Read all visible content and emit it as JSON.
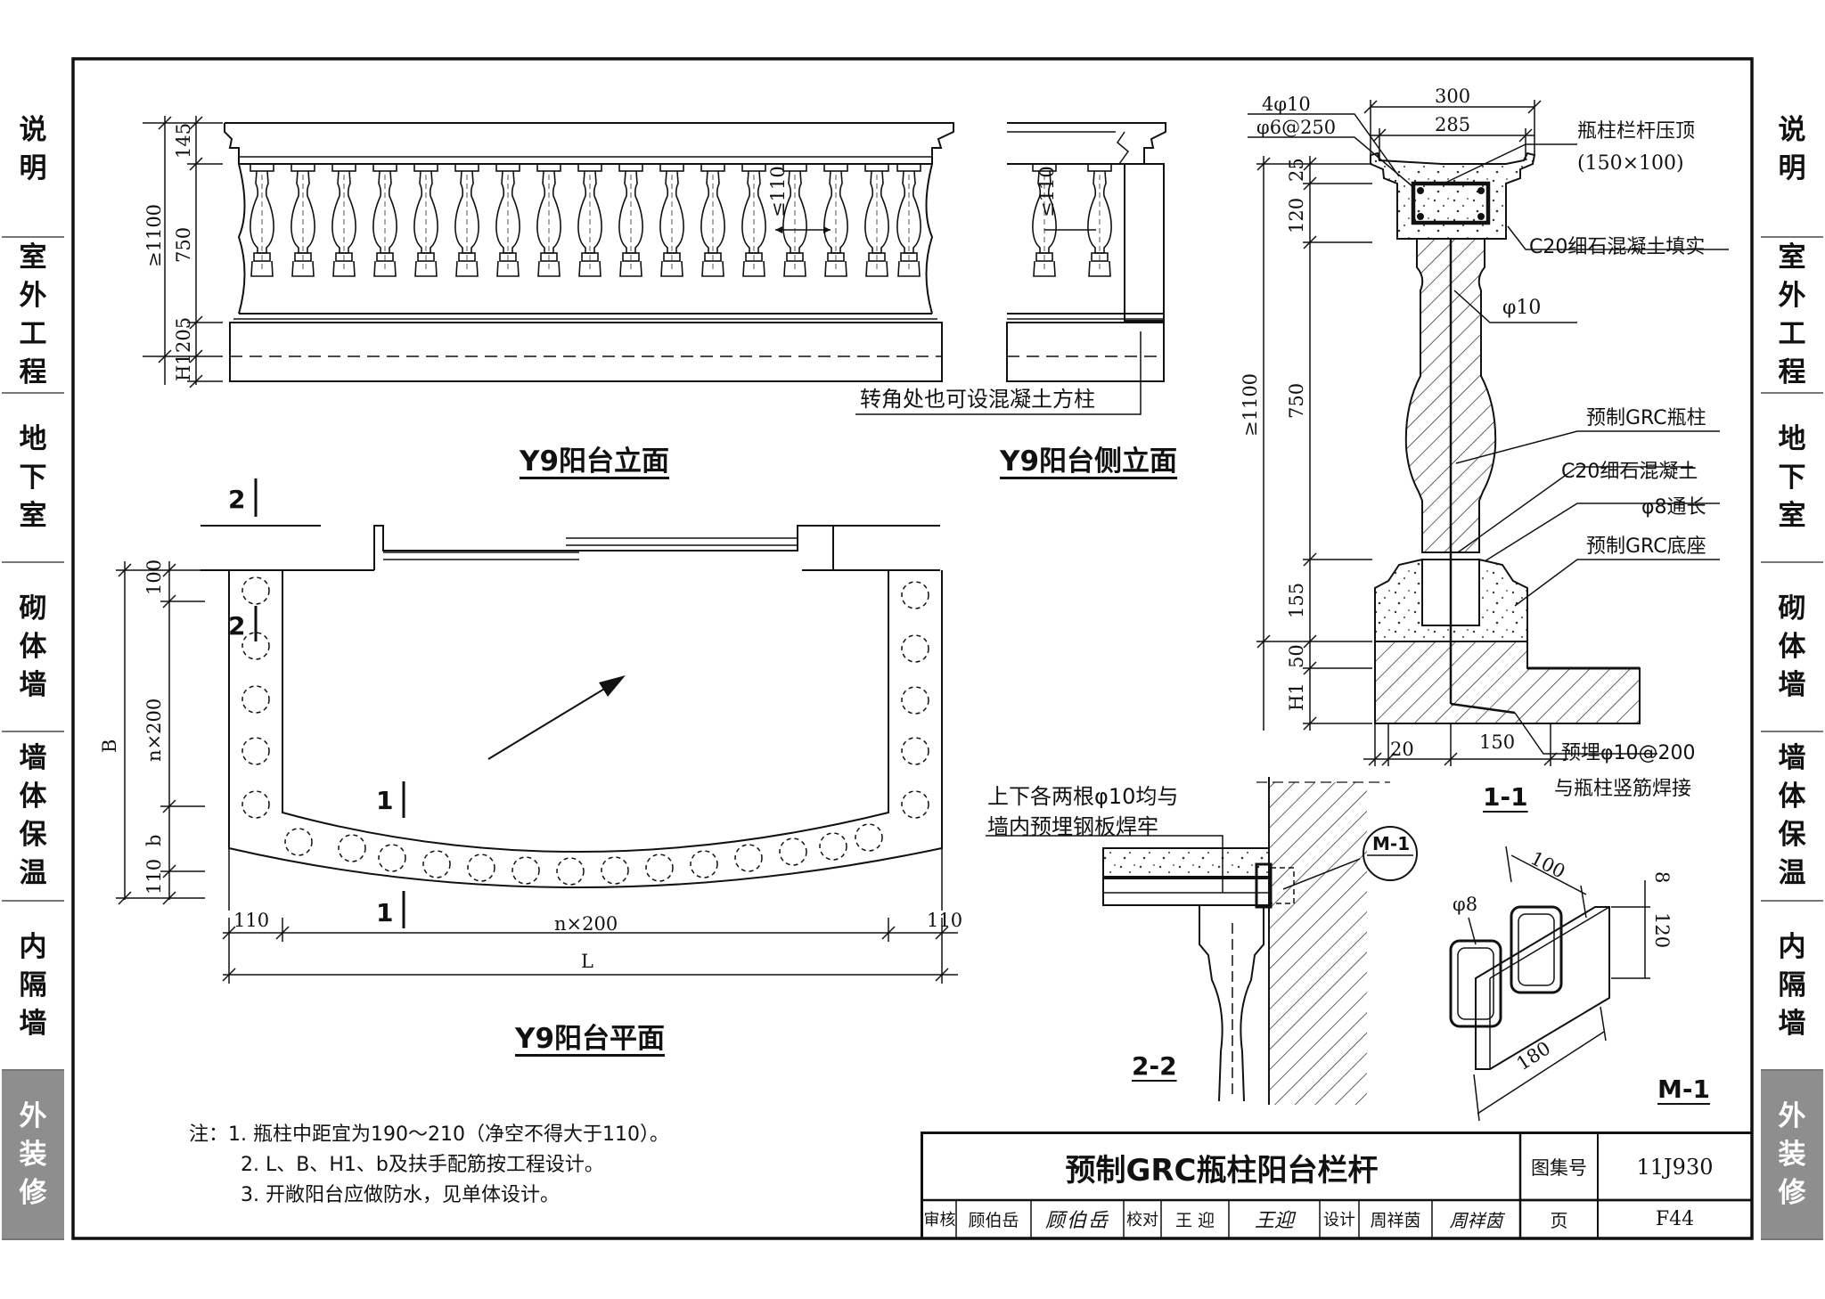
{
  "side_tabs": [
    {
      "label": "说明",
      "active": false
    },
    {
      "label": "室外工程",
      "active": false
    },
    {
      "label": "地下室",
      "active": false
    },
    {
      "label": "砌体墙",
      "active": false
    },
    {
      "label": "墙体保温",
      "active": false
    },
    {
      "label": "内隔墙",
      "active": false
    },
    {
      "label": "外装修",
      "active": true
    }
  ],
  "elevation": {
    "title": "Y9阳台立面",
    "dims": {
      "d145": "145",
      "d750": "750",
      "d205": "205",
      "h1": "H1",
      "d1100": "≥1100",
      "gap": "≤110"
    }
  },
  "side_elevation": {
    "title": "Y9阳台侧立面",
    "gap": "≤110",
    "note": "转角处也可设混凝土方柱"
  },
  "plan": {
    "title": "Y9阳台平面",
    "dims": {
      "b_total": "B",
      "d100": "100",
      "n200_v": "n×200",
      "b": "b",
      "d110_v": "110",
      "d110_left": "110",
      "n200_h": "n×200",
      "d110_right": "110",
      "l": "L"
    },
    "section_marks": {
      "s1": "1",
      "s2": "2"
    }
  },
  "section_1_1": {
    "title": "1-1",
    "dims": {
      "d300": "300",
      "d285": "285",
      "d25": "25",
      "d120": "120",
      "d1100": "≥1100",
      "d750": "750",
      "d155": "155",
      "d50": "50",
      "h1": "H1",
      "d20": "20",
      "d150": "150"
    },
    "rebar_top_a": "4φ10",
    "rebar_top_b": "φ6@250",
    "labels": {
      "cap": "瓶柱栏杆压顶",
      "cap_size": "(150×100)",
      "fill": "C20细石混凝土填实",
      "phi10": "φ10",
      "baluster": "预制GRC瓶柱",
      "concrete": "C20细石混凝土",
      "phi8": "φ8通长",
      "base": "预制GRC底座",
      "embed_a": "预埋φ10@200",
      "embed_b": "与瓶柱竖筋焊接"
    }
  },
  "section_2_2": {
    "title": "2-2",
    "note_a": "上下各两根φ10均与",
    "note_b": "墙内预埋钢板焊牢",
    "callout": "M-1"
  },
  "detail_m1": {
    "title": "M-1",
    "d100": "100",
    "d8": "8",
    "d120": "120",
    "phi8": "φ8",
    "d180": "180"
  },
  "notes": [
    "注：1. 瓶柱中距宜为190～210（净空不得大于110）。",
    "2. L、B、H1、b及扶手配筋按工程设计。",
    "3. 开敞阳台应做防水，见单体设计。"
  ],
  "title_block": {
    "drawing_title": "预制GRC瓶柱阳台栏杆",
    "atlas_label": "图集号",
    "atlas_no": "11J930",
    "page_label": "页",
    "page_no": "F44",
    "review_label": "审核",
    "reviewer": "顾伯岳",
    "reviewer_sign": "顾伯岳",
    "check_label": "校对",
    "checker": "王 迎",
    "checker_sign": "王迎",
    "design_label": "设计",
    "designer": "周祥茵",
    "designer_sign": "周祥茵"
  }
}
